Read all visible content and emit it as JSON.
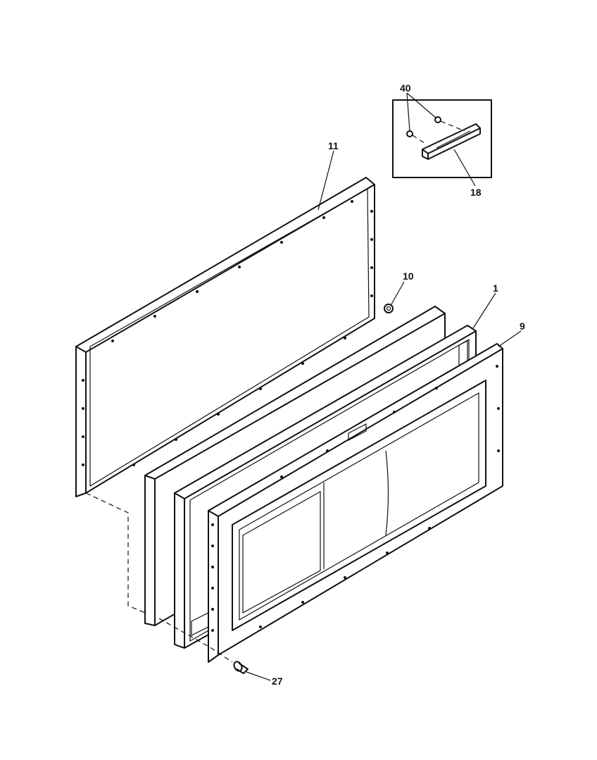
{
  "callouts": {
    "c40": "40",
    "c18": "18",
    "c11": "11",
    "c10": "10",
    "c1": "1",
    "c9": "9",
    "c27": "27"
  }
}
